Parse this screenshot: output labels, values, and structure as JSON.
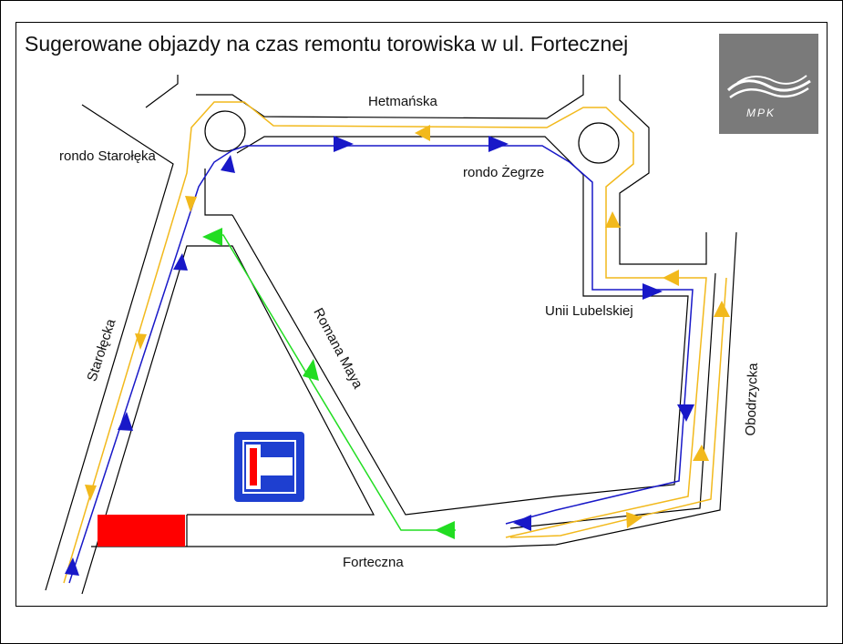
{
  "title": "Sugerowane objazdy na czas remontu torowiska w ul. Fortecznej",
  "logo": {
    "text": "MPK",
    "icon": "mpk-wave-logo"
  },
  "streets": {
    "hetmanska": "Hetmańska",
    "rondo_staroleka": "rondo Starołęka",
    "rondo_zegrze": "rondo Żegrze",
    "staroleka": "Starołęcka",
    "romana_maya": "Romana Maya",
    "unii_lubelskiej": "Unii Lubelskiej",
    "obodrzycka": "Obodrzycka",
    "forteczna": "Forteczna"
  },
  "colors": {
    "road": "#000000",
    "detour_yellow": "#f2b91c",
    "detour_blue": "#1818c8",
    "detour_green": "#22dd22",
    "closure": "#ff0000",
    "sign_blue": "#1e3fd0",
    "logo_bg": "#7a7a7a"
  },
  "icons": {
    "dead_end_sign": "dead-end-road-sign-icon",
    "arrow": "direction-arrow-icon"
  }
}
